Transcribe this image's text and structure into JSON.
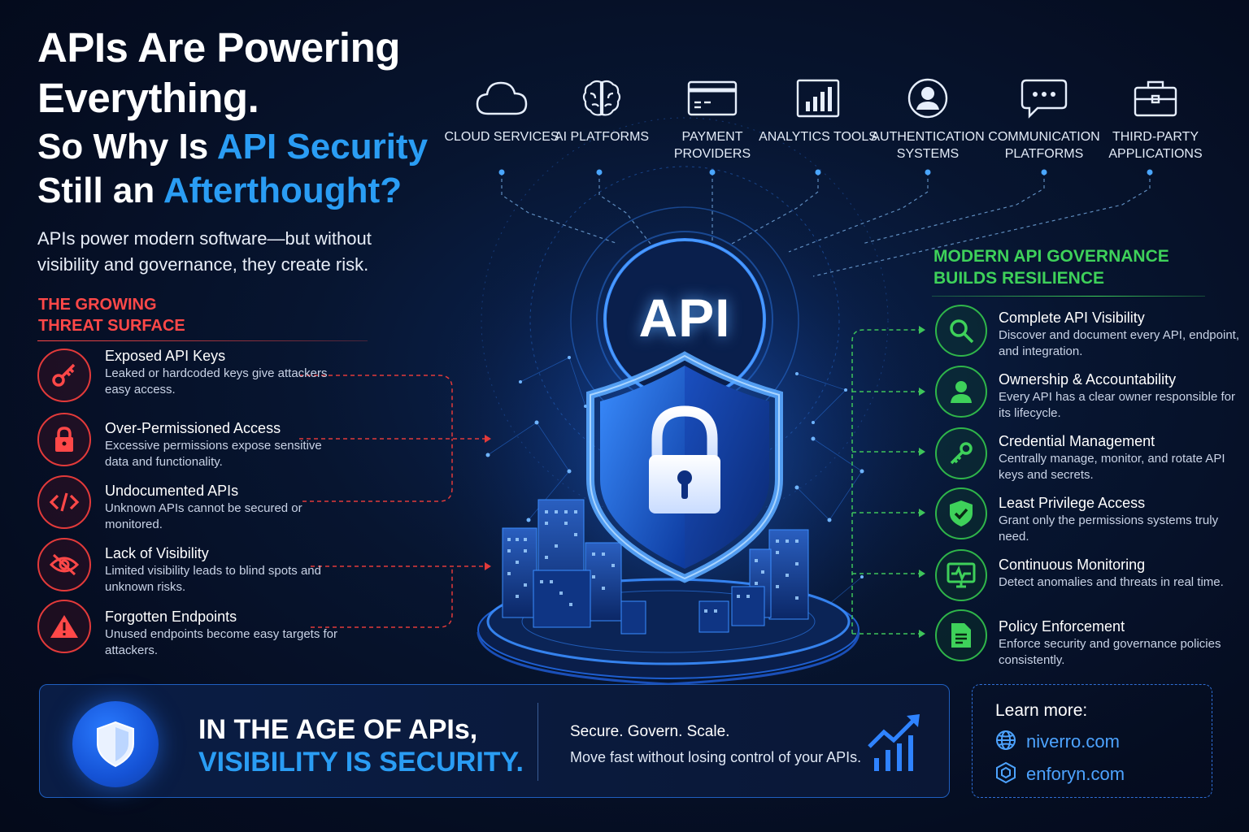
{
  "headline": {
    "line1": "APIs Are Powering",
    "line2": "Everything.",
    "q1_a": "So Why Is ",
    "q1_b": "API Security",
    "q2_a": "Still an ",
    "q2_b": "Afterthought?"
  },
  "lead": "APIs power modern software—but without visibility and governance, they create risk.",
  "platforms": [
    {
      "label": "CLOUD SERVICES",
      "icon": "cloud-icon"
    },
    {
      "label": "AI PLATFORMS",
      "icon": "brain-icon"
    },
    {
      "label": "PAYMENT PROVIDERS",
      "icon": "credit-card-icon"
    },
    {
      "label": "ANALYTICS TOOLS",
      "icon": "bar-chart-icon"
    },
    {
      "label": "AUTHENTICATION SYSTEMS",
      "icon": "user-circle-icon"
    },
    {
      "label": "COMMUNICATION PLATFORMS",
      "icon": "chat-bubble-icon"
    },
    {
      "label": "THIRD-PARTY APPLICATIONS",
      "icon": "briefcase-icon"
    }
  ],
  "center": {
    "label": "API"
  },
  "threats": {
    "title_line1": "THE GROWING",
    "title_line2": "THREAT SURFACE",
    "items": [
      {
        "title": "Exposed API Keys",
        "desc": "Leaked or hardcoded keys give attackers easy access.",
        "icon": "key-icon"
      },
      {
        "title": "Over-Permissioned Access",
        "desc": "Excessive permissions expose sensitive data and functionality.",
        "icon": "lock-icon"
      },
      {
        "title": "Undocumented APIs",
        "desc": "Unknown APIs cannot be secured or monitored.",
        "icon": "code-icon"
      },
      {
        "title": "Lack of Visibility",
        "desc": "Limited visibility leads to blind spots and unknown risks.",
        "icon": "eye-off-icon"
      },
      {
        "title": "Forgotten Endpoints",
        "desc": "Unused endpoints become easy targets for attackers.",
        "icon": "warning-icon"
      }
    ]
  },
  "governance": {
    "title_line1": "MODERN API GOVERNANCE",
    "title_line2": "BUILDS RESILIENCE",
    "items": [
      {
        "title": "Complete API Visibility",
        "desc": "Discover and document every API, endpoint, and integration.",
        "icon": "search-icon"
      },
      {
        "title": "Ownership & Accountability",
        "desc": "Every API has a clear owner responsible for its lifecycle.",
        "icon": "user-icon"
      },
      {
        "title": "Credential Management",
        "desc": "Centrally manage, monitor, and rotate API keys and secrets.",
        "icon": "key-icon"
      },
      {
        "title": "Least Privilege Access",
        "desc": "Grant only the permissions systems truly need.",
        "icon": "shield-check-icon"
      },
      {
        "title": "Continuous Monitoring",
        "desc": "Detect anomalies and threats in real time.",
        "icon": "monitor-pulse-icon"
      },
      {
        "title": "Policy Enforcement",
        "desc": "Enforce security and governance policies consistently.",
        "icon": "document-icon"
      }
    ]
  },
  "banner": {
    "line1": "IN THE AGE OF APIs,",
    "line2": "VISIBILITY IS SECURITY.",
    "tagline": "Secure. Govern. Scale.",
    "sub": "Move fast without losing control of your APIs."
  },
  "learn_more": {
    "title": "Learn more:",
    "links": [
      {
        "text": "niverro.com",
        "icon": "globe-icon"
      },
      {
        "text": "enforyn.com",
        "icon": "hexagon-icon"
      }
    ]
  },
  "colors": {
    "threat": "#ff4848",
    "governance": "#3ed15a",
    "accent": "#2a9df4",
    "background": "#050d21"
  }
}
